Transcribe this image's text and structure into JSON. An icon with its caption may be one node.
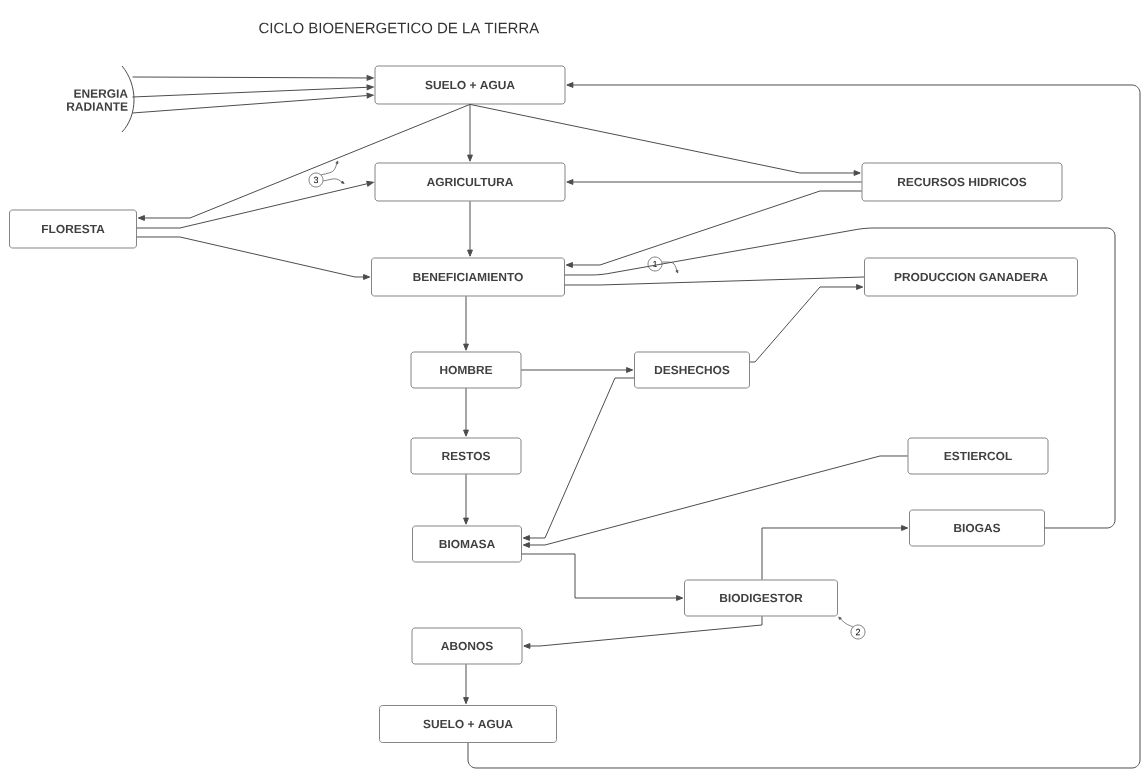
{
  "diagram": {
    "title": "CICLO BIOENERGETICO DE LA TIERRA",
    "nodes": [
      {
        "text": [
          "ENERGIA RADIANTE"
        ]
      },
      {
        "text": [
          "SUELO + AGUA"
        ]
      },
      {
        "text": [
          "AGRICULTURA"
        ]
      },
      {
        "text": [
          "RECURSOS HIDRICOS"
        ]
      },
      {
        "text": [
          "FLORESTA"
        ]
      },
      {
        "text": [
          "BENEFICIAMIENTO"
        ]
      },
      {
        "text": [
          "PRODUCCION GANADERA"
        ]
      },
      {
        "text": [
          "HOMBRE"
        ]
      },
      {
        "text": [
          "DESHECHOS"
        ]
      },
      {
        "text": [
          "RESTOS"
        ]
      },
      {
        "text": [
          "ESTIERCOL"
        ]
      },
      {
        "text": [
          "BIOMASA"
        ]
      },
      {
        "text": [
          "BIOGAS"
        ]
      },
      {
        "text": [
          "BIODIGESTOR"
        ]
      },
      {
        "text": [
          "ABONOS"
        ]
      },
      {
        "text": [
          "SUELO + AGUA"
        ]
      },
      {
        "text": [
          "3"
        ]
      },
      {
        "text": [
          "1"
        ]
      },
      {
        "text": [
          "2"
        ]
      }
    ],
    "edges": [
      {
        "from": 0,
        "to": 1,
        "arrow": "to"
      },
      {
        "from": 0,
        "to": 1,
        "arrow": "to"
      },
      {
        "from": 0,
        "to": 1,
        "arrow": "to"
      },
      {
        "from": 1,
        "to": 2,
        "arrow": "to"
      },
      {
        "from": 1,
        "to": 3,
        "arrow": "to"
      },
      {
        "from": 3,
        "to": 2,
        "arrow": "to"
      },
      {
        "from": 3,
        "to": 5,
        "arrow": "to"
      },
      {
        "from": 1,
        "to": 4,
        "arrow": "to"
      },
      {
        "from": 4,
        "to": 2,
        "arrow": "to"
      },
      {
        "from": 4,
        "to": 5,
        "arrow": "to"
      },
      {
        "from": 2,
        "to": 5,
        "arrow": "to"
      },
      {
        "from": 12,
        "to": 5,
        "arrow": "none"
      },
      {
        "from": 5,
        "to": 6,
        "arrow": "none"
      },
      {
        "from": 8,
        "to": 6,
        "arrow": "to"
      },
      {
        "from": 5,
        "to": 7,
        "arrow": "to"
      },
      {
        "from": 7,
        "to": 8,
        "arrow": "to"
      },
      {
        "from": 8,
        "to": 11,
        "arrow": "to"
      },
      {
        "from": 7,
        "to": 9,
        "arrow": "to"
      },
      {
        "from": 9,
        "to": 11,
        "arrow": "to"
      },
      {
        "from": 10,
        "to": 11,
        "arrow": "to"
      },
      {
        "from": 11,
        "to": 13,
        "arrow": "to"
      },
      {
        "from": 13,
        "to": 12,
        "arrow": "to"
      },
      {
        "from": 13,
        "to": 14,
        "arrow": "to"
      },
      {
        "from": 14,
        "to": 15,
        "arrow": "to"
      },
      {
        "from": 15,
        "to": 1,
        "arrow": "to"
      },
      {
        "from": 16,
        "to": null,
        "arrow": "to"
      },
      {
        "from": 16,
        "to": null,
        "arrow": "to"
      },
      {
        "from": 17,
        "to": null,
        "arrow": "to"
      },
      {
        "from": 18,
        "to": 13,
        "arrow": "to"
      }
    ]
  }
}
